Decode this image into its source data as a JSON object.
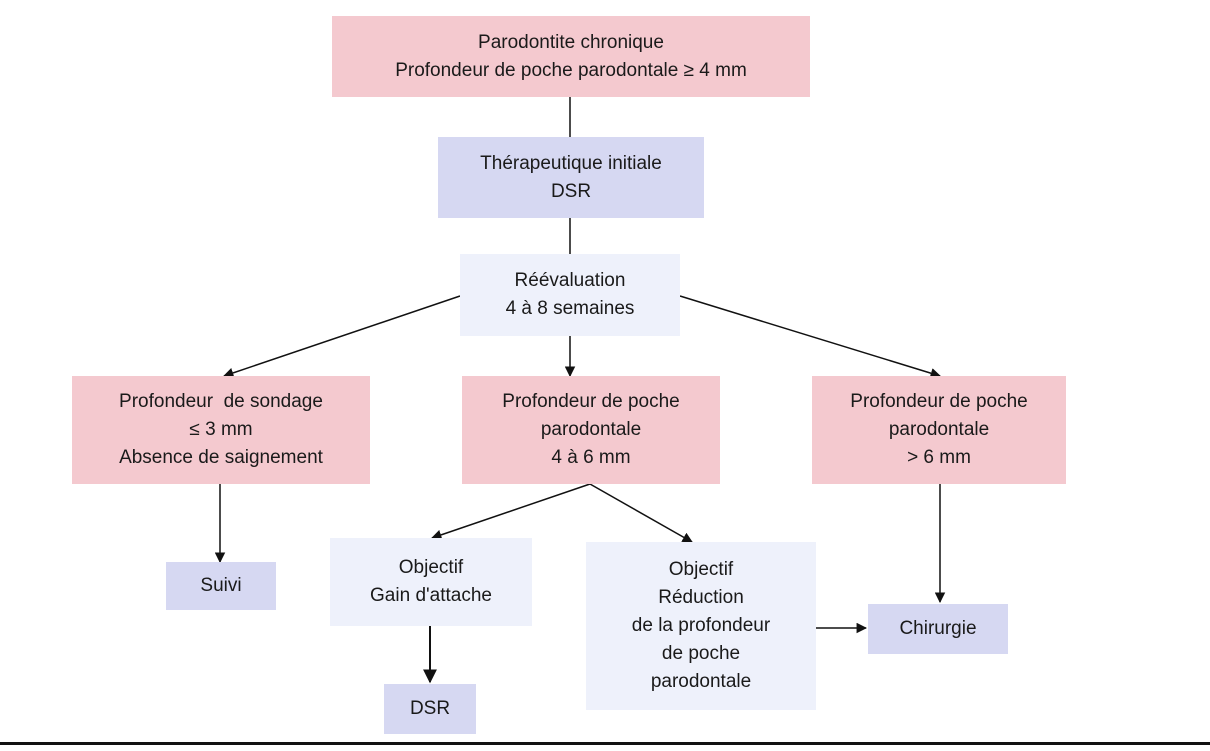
{
  "nodes": {
    "chronic": {
      "lines": [
        "Parodontite chronique",
        "Profondeur de poche parodontale ≥ 4 mm"
      ]
    },
    "initial": {
      "lines": [
        "Thérapeutique initiale",
        "DSR"
      ]
    },
    "reeval": {
      "lines": [
        "Réévaluation",
        "4 à 8 semaines"
      ]
    },
    "shallow": {
      "lines": [
        "Profondeur  de sondage",
        "≤ 3 mm",
        "Absence de saignement"
      ]
    },
    "medium": {
      "lines": [
        "Profondeur de poche",
        "parodontale",
        "4 à 6 mm"
      ]
    },
    "deep": {
      "lines": [
        "Profondeur de poche",
        "parodontale",
        "> 6 mm"
      ]
    },
    "suivi": {
      "lines": [
        "Suivi"
      ]
    },
    "gain": {
      "lines": [
        "Objectif",
        "Gain d'attache"
      ]
    },
    "reduction": {
      "lines": [
        "Objectif",
        "Réduction",
        "de la profondeur",
        "de poche",
        "parodontale"
      ]
    },
    "chirurgie": {
      "lines": [
        "Chirurgie"
      ]
    },
    "dsr2": {
      "lines": [
        "DSR"
      ]
    }
  },
  "colors": {
    "pink": "#f4c9cf",
    "blue": "#d6d8f2",
    "pale": "#eef1fb",
    "line": "#111111"
  }
}
